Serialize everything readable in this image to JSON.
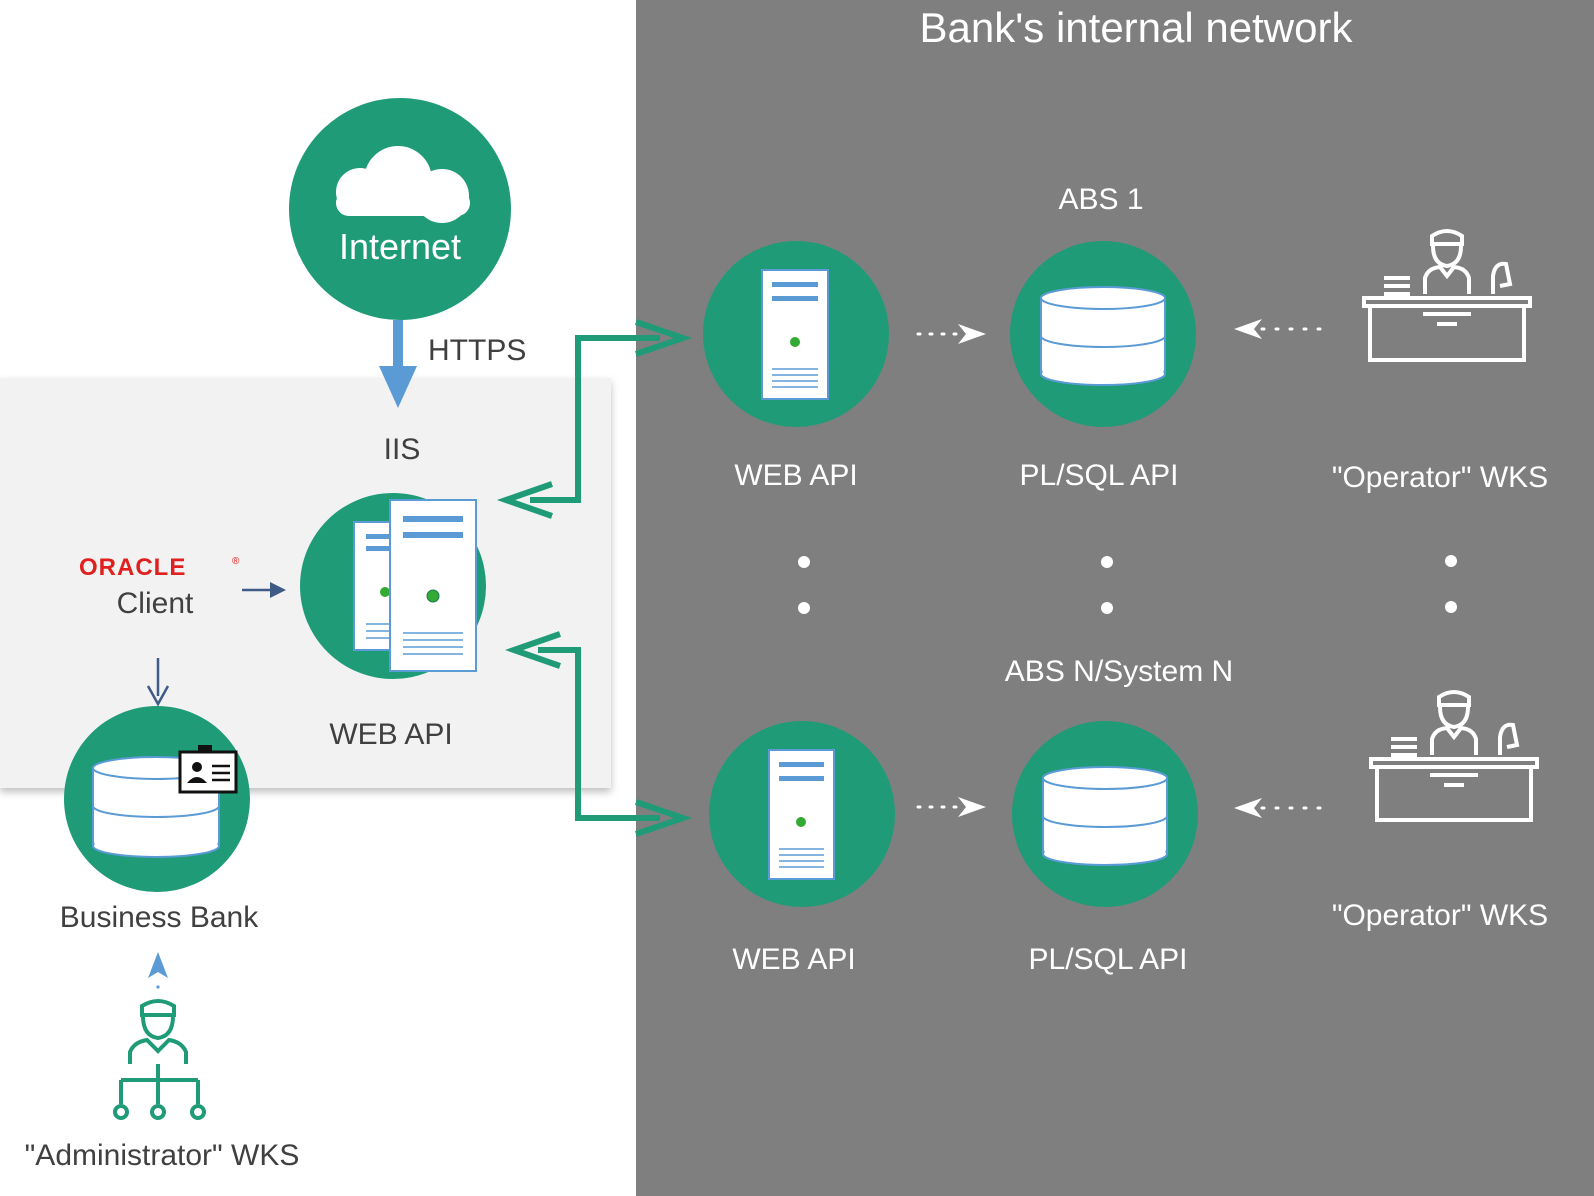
{
  "colors": {
    "teal": "#1f9b78",
    "bank_zone": "#7f7f7f",
    "iis_zone": "#f2f2f2",
    "label_dark": "#404040",
    "label_light": "#ffffff",
    "oracle_red": "#e0201f",
    "arrow_blue": "#5b9bd5",
    "arrow_navy": "#3e5a87"
  },
  "bank_network": {
    "title": "Bank's internal network"
  },
  "internet": {
    "label": "Internet",
    "icon": "cloud-icon"
  },
  "https_label": "HTTPS",
  "iis": {
    "label": "IIS",
    "web_api_label": "WEB API",
    "icon": "server-stack-icon"
  },
  "oracle_client": {
    "logo_text": "ORACLE",
    "trademark": "®",
    "label": "Client"
  },
  "business_bank": {
    "label": "Business Bank",
    "icon": "database-icon",
    "badge_icon": "id-card-icon"
  },
  "administrator": {
    "label": "\"Administrator\" WKS",
    "icon": "administrator-hierarchy-icon"
  },
  "abs_top": {
    "label": "ABS 1",
    "web_api_label": "WEB API",
    "plsql_label": "PL/SQL API",
    "operator_label": "\"Operator\" WKS"
  },
  "abs_bottom": {
    "label": "ABS N/System N",
    "web_api_label": "WEB API",
    "plsql_label": "PL/SQL API",
    "operator_label": "\"Operator\" WKS"
  }
}
